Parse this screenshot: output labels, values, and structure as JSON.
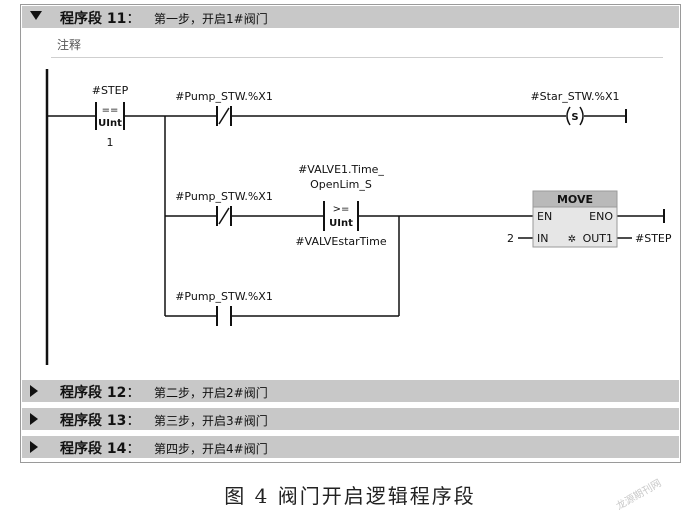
{
  "networks": [
    {
      "title": "程序段 11",
      "colon": "：",
      "comment": "第一步，开启1#阀门",
      "expanded": true
    },
    {
      "title": "程序段 12",
      "colon": "：",
      "comment": "第二步，开启2#阀门",
      "expanded": false
    },
    {
      "title": "程序段 13",
      "colon": "：",
      "comment": "第三步，开启3#阀门",
      "expanded": false
    },
    {
      "title": "程序段 14",
      "colon": "：",
      "comment": "第四步，开启4#阀门",
      "expanded": false
    }
  ],
  "comment_label": "注释",
  "ladder": {
    "cmp1": {
      "var": "#STEP",
      "op": "==",
      "type": "UInt",
      "value": "1"
    },
    "contact_nc_top": "#Pump_STW.%X1",
    "coil": {
      "var": "#Star_STW.%X1",
      "letter": "S"
    },
    "contact_nc_mid": "#Pump_STW.%X1",
    "cmp2": {
      "var_line1": "#VALVE1.Time_",
      "var_line2": "OpenLim_S",
      "op": ">=",
      "type": "UInt",
      "value": "#VALVEstarTime"
    },
    "contact_no_bottom": "#Pump_STW.%X1",
    "move": {
      "title": "MOVE",
      "en": "EN",
      "eno": "ENO",
      "in": "IN",
      "out": "OUT1",
      "in_value": "2",
      "out_value": "#STEP",
      "fanout": "✲"
    }
  },
  "caption": "图 4    阀门开启逻辑程序段",
  "watermark": "龙源期刊网",
  "colors": {
    "header_bg": "#c8c8c8",
    "move_header": "#b9b9b9",
    "move_body": "#e6e6e6",
    "line": "#111111"
  }
}
